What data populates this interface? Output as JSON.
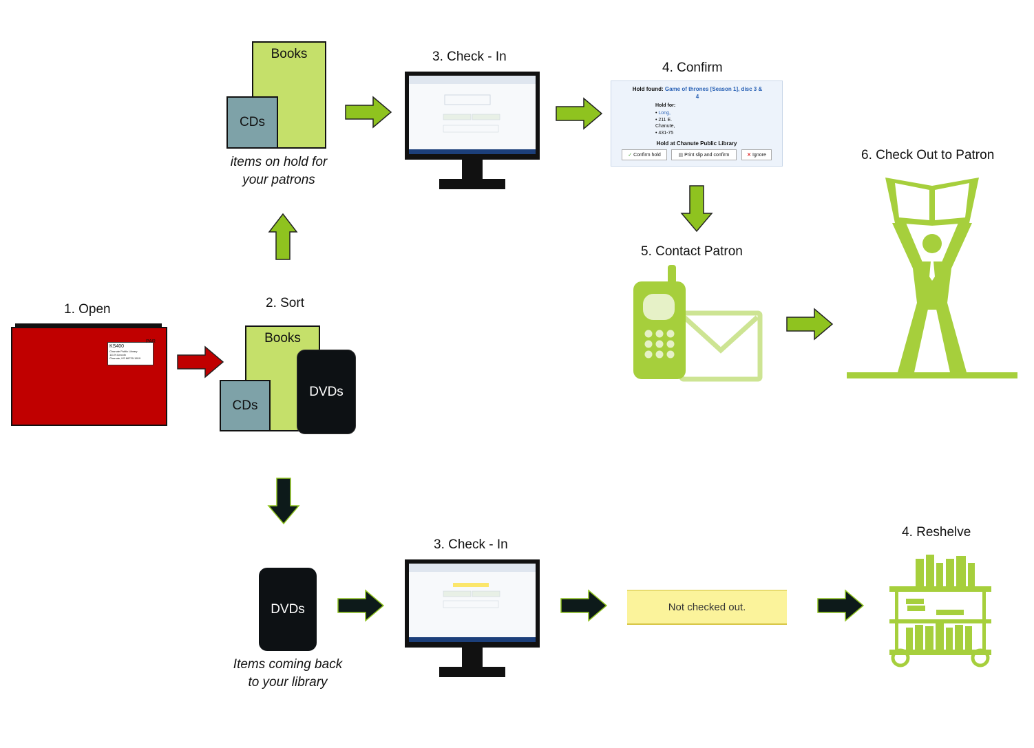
{
  "step_open": "1. Open",
  "step_sort": "2. Sort",
  "step_checkin_top": "3. Check - In",
  "step_confirm": "4. Confirm",
  "step_contact": "5. Contact Patron",
  "step_checkout": "6. Check Out to Patron",
  "step_checkin_bottom": "3. Check - In",
  "step_reshelve": "4. Reshelve",
  "bin_label": "KS400",
  "bin_corner": "PAR",
  "bin_address": [
    "Chanute Public Library",
    "111 N Lincoln",
    "Chanute, KS 66720-1819"
  ],
  "sort_books": "Books",
  "sort_cds": "CDs",
  "sort_dvds": "DVDs",
  "hold_books": "Books",
  "hold_cds": "CDs",
  "hold_caption_line1": "items on hold for",
  "hold_caption_line2": "your patrons",
  "return_dvds": "DVDs",
  "return_caption_line1": "Items coming back",
  "return_caption_line2": "to your library",
  "hold_dialog": {
    "found_label": "Hold found:",
    "title_line1": "Game of thrones [Season 1], disc 3 &",
    "title_line2": "4",
    "hold_for": "Hold for:",
    "patron_lines": [
      "Long,",
      "211 E.",
      "Chanute,",
      "431-75"
    ],
    "hold_at": "Hold at Chanute Public Library",
    "btn_confirm": "Confirm hold",
    "btn_print": "Print slip and confirm",
    "btn_ignore": "Ignore"
  },
  "not_checked_out": "Not checked out.",
  "colors": {
    "accent_green": "#8fc31f",
    "light_green": "#c5e06a",
    "icon_green": "#a6cf3c",
    "bin_red": "#c00000",
    "dark_arrow": "#0d1a1a",
    "cd_blue": "#7ea2a8",
    "notice_yellow": "#fbf39b"
  }
}
